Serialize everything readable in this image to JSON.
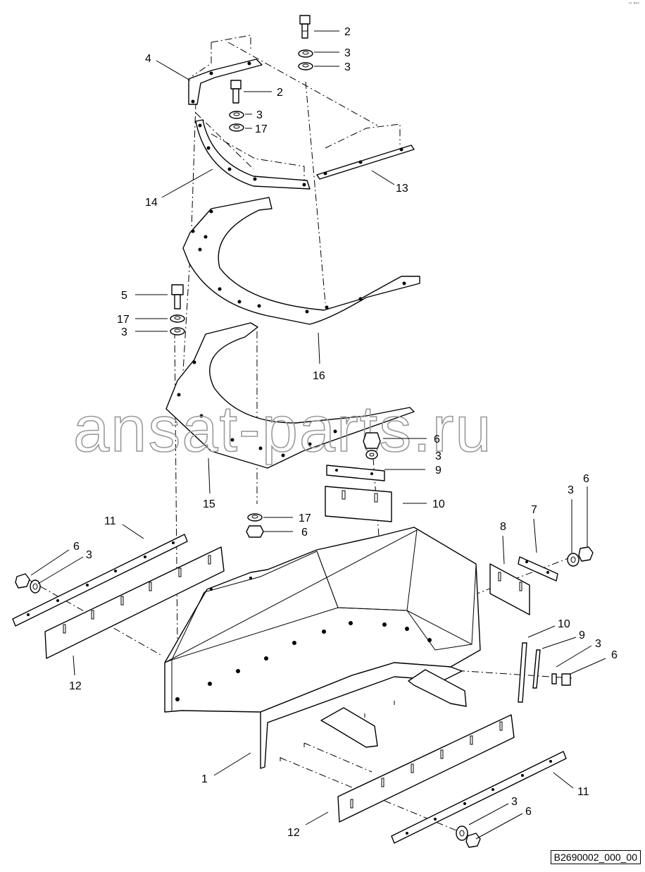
{
  "callouts": [
    {
      "id": "c2a",
      "text": "2"
    },
    {
      "id": "c3a",
      "text": "3"
    },
    {
      "id": "c3b",
      "text": "3"
    },
    {
      "id": "c4",
      "text": "4"
    },
    {
      "id": "c2b",
      "text": "2"
    },
    {
      "id": "c3c",
      "text": "3"
    },
    {
      "id": "c17a",
      "text": "17"
    },
    {
      "id": "c13",
      "text": "13"
    },
    {
      "id": "c14",
      "text": "14"
    },
    {
      "id": "c5",
      "text": "5"
    },
    {
      "id": "c17b",
      "text": "17"
    },
    {
      "id": "c3d",
      "text": "3"
    },
    {
      "id": "c16",
      "text": "16"
    },
    {
      "id": "c6a",
      "text": "6"
    },
    {
      "id": "c3e",
      "text": "3"
    },
    {
      "id": "c9a",
      "text": "9"
    },
    {
      "id": "c10a",
      "text": "10"
    },
    {
      "id": "c15",
      "text": "15"
    },
    {
      "id": "c17c",
      "text": "17"
    },
    {
      "id": "c6b",
      "text": "6"
    },
    {
      "id": "c11a",
      "text": "11"
    },
    {
      "id": "c6c",
      "text": "6"
    },
    {
      "id": "c3f",
      "text": "3"
    },
    {
      "id": "c12a",
      "text": "12"
    },
    {
      "id": "c8",
      "text": "8"
    },
    {
      "id": "c7",
      "text": "7"
    },
    {
      "id": "c3g",
      "text": "3"
    },
    {
      "id": "c6d",
      "text": "6"
    },
    {
      "id": "c10b",
      "text": "10"
    },
    {
      "id": "c9b",
      "text": "9"
    },
    {
      "id": "c3h",
      "text": "3"
    },
    {
      "id": "c6e",
      "text": "6"
    },
    {
      "id": "c1",
      "text": "1"
    },
    {
      "id": "c11b",
      "text": "11"
    },
    {
      "id": "c3i",
      "text": "3"
    },
    {
      "id": "c6f",
      "text": "6"
    },
    {
      "id": "c12b",
      "text": "12"
    }
  ],
  "watermark": "ansat-parts.ru",
  "drawing_code": "B2690002_000_00",
  "corner_mark": "ʳ⁰ ⁸⁰⁰"
}
